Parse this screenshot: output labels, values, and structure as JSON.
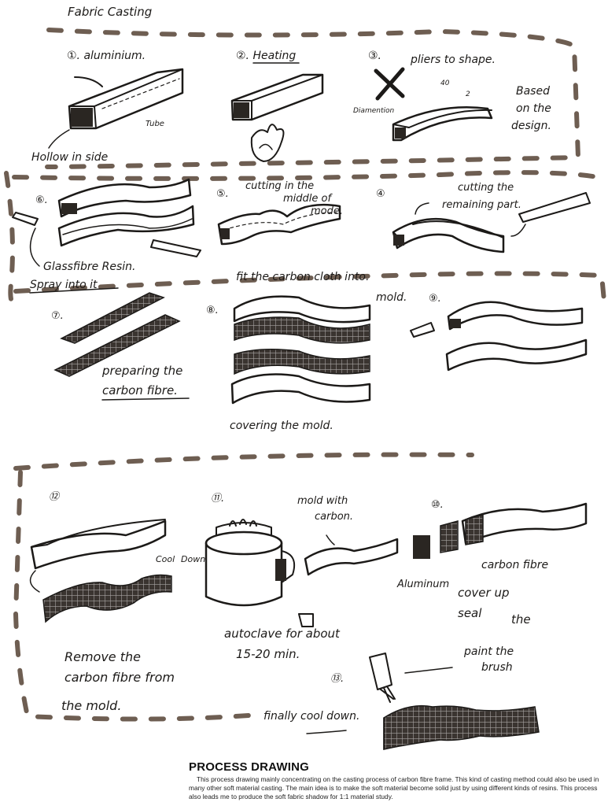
{
  "page_title": "Fabric Casting",
  "steps": {
    "s1": "①. aluminium.",
    "s1_tube": "Tube",
    "s1_note": "Hollow in side",
    "s2": "②. Heating",
    "s3": "③.",
    "s3_pliers": "pliers to shape.",
    "s3_dim": "Diamention",
    "s3_num1": "40",
    "s3_num2": "2",
    "s3_based": "Based",
    "s3_on_the": "on the",
    "s3_design": "design.",
    "s4": "④",
    "s4_cut1": "cutting the",
    "s4_cut2": "remaining part.",
    "s5": "⑤.",
    "s5_cut1": "cutting in the",
    "s5_cut2": "middle of",
    "s5_cut3": "mode.",
    "s6": "⑥.",
    "s6_note1": "Glassfibre Resin.",
    "s6_note2": "Spray into it",
    "s7": "⑦.",
    "s7_note1": "preparing the",
    "s7_note2": "carbon fibre.",
    "s8": "⑧.",
    "s8_fit1": "fit the carbon cloth into.",
    "s8_fit2": "mold.",
    "s8_cover": "covering the mold.",
    "s9": "⑨.",
    "s10": "⑩.",
    "s10_carbon": "carbon fibre",
    "s10_alu": "Aluminum",
    "s10_cover": "cover up",
    "s10_seal1": "seal",
    "s10_seal2": "the",
    "s11": "⑪.",
    "s11_mold1": "mold with",
    "s11_mold2": "carbon.",
    "s11_cool1": "Cool",
    "s11_cool2": "Down",
    "s11_auto1": "autoclave for about",
    "s11_auto2": "15-20 min.",
    "s12": "⑫",
    "s12_rem1": "Remove the",
    "s12_rem2": "carbon fibre from",
    "s12_rem3": "the mold.",
    "s13": "⑬.",
    "s13_paint1": "paint the",
    "s13_paint2": "brush",
    "s13_final": "finally cool down."
  },
  "caption": {
    "title": "PROCESS DRAWING",
    "body": "This process drawing mainly concentrating on the casting process of carbon fibre frame. This kind of casting method could also be used in many other soft material casting. The main idea is to make the soft material become solid just by using different kinds of resins. This process also leads me to produce the soft fabric shadow for 1:1 material study."
  },
  "colors": {
    "ink": "#1c1a18",
    "dash_border": "#6e5e52",
    "background": "#ffffff"
  }
}
